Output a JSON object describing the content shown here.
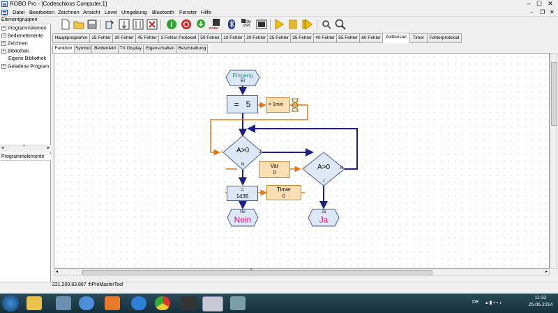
{
  "window": {
    "title": "ROBO Pro - [Codeschloss Computer.1]",
    "controls": [
      "–",
      "☐",
      "✕"
    ],
    "mdi_controls": [
      "–",
      "❐",
      "✕"
    ]
  },
  "menu": [
    "Datei",
    "Bearbeiten",
    "Zeichnen",
    "Ansicht",
    "Level",
    "Umgebung",
    "Bluetooth",
    "Fenster",
    "Hilfe"
  ],
  "toolbar": {
    "icons": [
      "new-file-icon",
      "open-folder-icon",
      "save-icon",
      "copy-icon",
      "insert-icon",
      "reorder-icon",
      "delete-icon",
      "start-icon",
      "stop-icon",
      "download-icon",
      "bluetooth-icon",
      "com-usb-icon",
      "display-icon",
      "play-icon",
      "pause-icon",
      "step-icon",
      "search-icon",
      "zoom-icon"
    ],
    "robo_label": "ROBO",
    "com_usb_label": "COM USB"
  },
  "left_panel": {
    "header": "Elementgruppen",
    "items": [
      "Programmelemen",
      "Bedienelemente",
      "Zeichnen",
      "Bibliothek",
      "Eigene Bibliothek",
      "Geladene Program"
    ],
    "lower_header": "Programmelemente",
    "scroll_label": "'''"
  },
  "tabs": [
    "Hauptprogramm",
    "15 Fehler",
    "30 Fehler",
    "45 Fehler",
    "3 Fehler Protokoll",
    "50 Fehler",
    "10 Fehler",
    "20 Fehler",
    "25 Fehler",
    "35 Fehler",
    "40 Fehler",
    "55 Fehler",
    "60 Fehler",
    "Zeitfenster",
    "Timer",
    "Fehlerprotokoll"
  ],
  "active_tab": "Zeitfenster",
  "subtabs": [
    "Funktion",
    "Symbol",
    "Bedienfeld",
    "TX Display",
    "Eigenschaften",
    "Beschreibung"
  ],
  "active_subtab": "Funktion",
  "flow": {
    "entry_label": "Eingang",
    "entry_sub": "Ei",
    "assign_top": "=",
    "assign_value": "5",
    "wait_label": "× 1min",
    "cond1": "A>0",
    "cond1_left": "A",
    "cond1_right": "J",
    "cond1_bottom": "N",
    "var_label": "Var",
    "var_value": "0",
    "cond2": "A>0",
    "cond2_left": "A",
    "cond2_right": "N",
    "cond2_bottom": "J",
    "assign2_top": "=",
    "assign2_value": "1435",
    "timer_label": "Timer",
    "timer_value": "0",
    "exit_nein_top": "Ne",
    "exit_nein": "Nein",
    "exit_ja_top": "Ja",
    "exit_ja": "Ja"
  },
  "status": "221,200,83,867 :ftProMasterTool",
  "scroll_label": "'''",
  "taskbar": {
    "lang": "DE",
    "time": "11:32",
    "date": "25.05.2014"
  },
  "colors": {
    "block_fill": "#dce8f6",
    "block_border": "#4a5f93",
    "io_fill": "#f9dfb2",
    "io_border": "#c4882e",
    "flow_line": "#1d1d8c",
    "data_line": "#e07814",
    "exit_text": "#e0107a",
    "entry_text": "#2e8e8e"
  }
}
